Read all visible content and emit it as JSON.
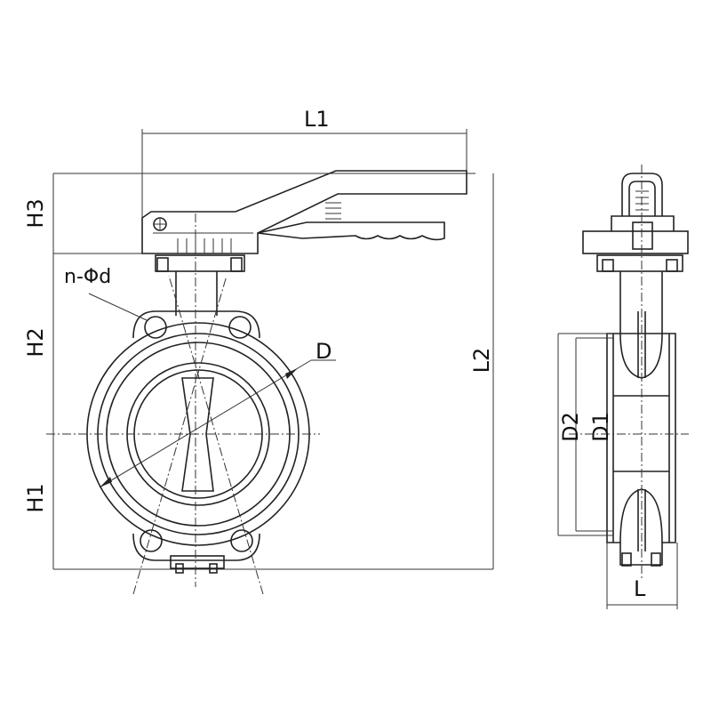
{
  "labels": {
    "L1": "L1",
    "L2": "L2",
    "H1": "H1",
    "H2": "H2",
    "H3": "H3",
    "D": "D",
    "D1": "D1",
    "D2": "D2",
    "L": "L",
    "nphid": "n-Φd"
  },
  "colors": {
    "stroke": "#222222",
    "background": "#ffffff"
  }
}
